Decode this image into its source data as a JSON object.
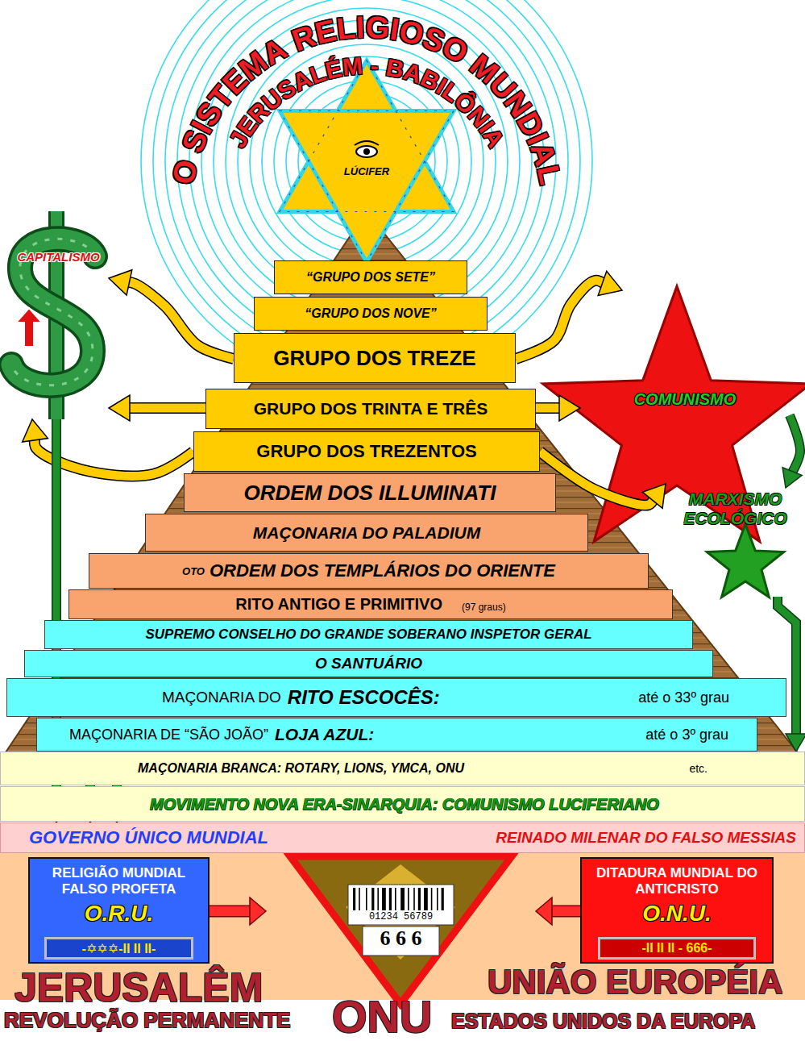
{
  "diagram": {
    "title": "O SISTEMA RELIGIOSO MUNDIAL",
    "nodes": [
      {
        "text": [
          "LÚCIFER"
        ]
      },
      {
        "text": [
          "CAPITALISMO"
        ]
      },
      {
        "text": [
          "COMUNISMO"
        ]
      },
      {
        "text": [
          "MARXISMO ECOLÓGICO"
        ]
      },
      {
        "text": [
          "“GRUPO DOS SETE”"
        ]
      },
      {
        "text": [
          "“GRUPO DOS NOVE”"
        ]
      },
      {
        "text": [
          "GRUPO DOS TREZE"
        ]
      },
      {
        "text": [
          "GRUPO DOS TRINTA E TRÊS"
        ]
      },
      {
        "text": [
          "GRUPO DOS TREZENTOS"
        ]
      },
      {
        "text": [
          "ORDEM DOS ILLUMINATI"
        ]
      },
      {
        "text": [
          "MAÇONARIA DO PALADIUM"
        ]
      },
      {
        "text": [
          "OTO",
          "ORDEM DOS TEMPLÁRIOS DO ORIENTE"
        ]
      },
      {
        "text": [
          "RITO ANTIGO E PRIMITIVO",
          "(97 graus)"
        ]
      },
      {
        "text": [
          "SUPREMO CONSELHO DO GRANDE SOBERANO INSPETOR GERAL"
        ]
      },
      {
        "text": [
          "O SANTUÁRIO"
        ]
      },
      {
        "text": [
          "MAÇONARIA DO",
          "RITO ESCOCÊS:",
          "até o 33º grau"
        ]
      },
      {
        "text": [
          "MAÇONARIA DE “SÃO JOÃO”",
          "LOJA AZUL:",
          "até o 3º grau"
        ]
      },
      {
        "text": [
          "MAÇONARIA BRANCA: ROTARY, LIONS, YMCA, ONU",
          "etc."
        ]
      },
      {
        "text": [
          "MOVIMENTO NOVA ERA-SINARQUIA: COMUNISMO LUCIFERIANO"
        ]
      },
      {
        "text": [
          "GOVERNO ÚNICO MUNDIAL",
          "REINADO MILENAR DO FALSO MESSIAS"
        ]
      },
      {
        "text": [
          "RELIGIÃO MUNDIAL FALSO PROFETA",
          "O.R.U."
        ]
      },
      {
        "text": [
          "-✡✡✡-II II II-"
        ],
        "in": 20
      },
      {
        "text": [
          "01234 56789",
          "6 6 6"
        ]
      },
      {
        "text": [
          "DITADURA MUNDIAL DO ANTICRISTO",
          "O.N.U."
        ]
      },
      {
        "text": [
          "-II II II - 666-"
        ],
        "in": 23
      }
    ],
    "edges": [
      {
        "from": 6,
        "to": 1,
        "arrow": "to"
      },
      {
        "from": 6,
        "to": 2,
        "arrow": "to"
      },
      {
        "from": 7,
        "to": 1,
        "arrow": "to"
      },
      {
        "from": 7,
        "to": 2,
        "arrow": "to"
      },
      {
        "from": 8,
        "to": 1,
        "arrow": "to"
      },
      {
        "from": 8,
        "to": 2,
        "arrow": "to"
      },
      {
        "from": 2,
        "to": 3,
        "arrow": "to"
      },
      {
        "from": 3,
        "to": 17,
        "arrow": "to"
      },
      {
        "from": 1,
        "to": 19,
        "arrow": "to"
      },
      {
        "from": 16,
        "to": 19,
        "arrow": "to"
      },
      {
        "from": 16,
        "to": 19,
        "arrow": "to"
      },
      {
        "from": 20,
        "to": 22,
        "arrow": "to"
      },
      {
        "from": 23,
        "to": 22,
        "arrow": "to"
      }
    ],
    "labels": [
      "JERUSALÉM - BABILÔNIA",
      "JERUSALÊM",
      "REVOLUÇÃO PERMANENTE",
      "ONU",
      "UNIÃO EUROPÉIA",
      "ESTADOS UNIDOS DA EUROPA"
    ]
  }
}
